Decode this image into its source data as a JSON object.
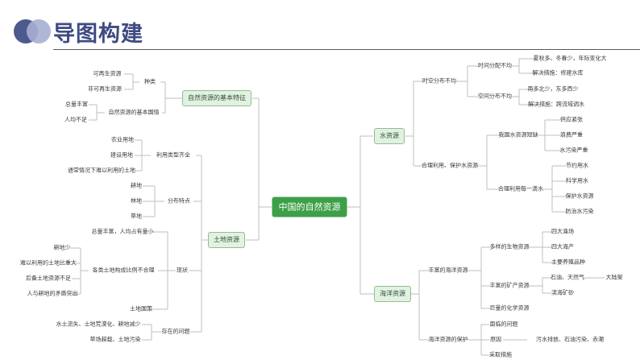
{
  "header": {
    "title": "导图构建"
  },
  "mindmap": {
    "center": "中国的自然资源",
    "basic": {
      "label": "自然资源的基本特征",
      "kind": {
        "label": "种类",
        "items": [
          "可再生资源",
          "非可再生资源"
        ]
      },
      "situation": {
        "label": "自然资源的基本国情",
        "items": [
          "总量丰富",
          "人均不足"
        ]
      }
    },
    "land": {
      "label": "土地资源",
      "use": {
        "label": "利用类型齐全",
        "items": [
          "农业用地",
          "建设用地",
          "通常情况下难以利用的土地"
        ]
      },
      "dist": {
        "label": "分布特点",
        "items": [
          "耕地",
          "林地",
          "草地"
        ]
      },
      "status": {
        "label": "现状",
        "rich": "总量丰富，人均占有量小",
        "unbalanced": {
          "label": "各类土地构成比例不合理",
          "items": [
            "耕地少",
            "难以利用的土地比重大",
            "后备土地资源不足",
            "人与耕地的矛盾突出"
          ]
        },
        "policy": "土地国策"
      },
      "problems": {
        "label": "存在的问题",
        "items": [
          "水土流失、土地荒漠化、耕地减少",
          "草场超载、土地污染"
        ]
      }
    },
    "water": {
      "label": "水资源",
      "distribution": {
        "label": "时空分布不均",
        "time": {
          "label": "时间分配不均",
          "items": [
            "夏秋多、冬春少，年际变化大",
            "解决措施：修建水库"
          ]
        },
        "space": {
          "label": "空间分布不均",
          "items": [
            "南多北少，东多西少",
            "解决措施：跨流域调水"
          ]
        }
      },
      "use": {
        "label": "合理利用、保护水资源",
        "shortage": {
          "label": "我国水资源短缺",
          "items": [
            "供应紧张",
            "浪费严重",
            "水污染严重"
          ]
        },
        "save": {
          "label": "合理利用每一滴水",
          "items": [
            "节约用水",
            "科学用水",
            "保护水资源",
            "防治水污染"
          ]
        }
      }
    },
    "ocean": {
      "label": "海洋资源",
      "rich": {
        "label": "丰富的海洋资源",
        "bio": {
          "label": "多样的生物资源",
          "items": [
            "四大渔场",
            "四大海产",
            "主要养殖品种"
          ]
        },
        "mineral": {
          "label": "丰富的矿产资源",
          "oil": "石油、天然气",
          "shelf": "大陆架",
          "sand": "滨海矿砂"
        },
        "chem": "巨量的化学资源"
      },
      "protect": {
        "label": "海洋资源的保护",
        "items": [
          "面临的问题",
          "原因",
          "采取措施"
        ],
        "cause": "污水排放、石油污染、赤潮"
      }
    }
  }
}
